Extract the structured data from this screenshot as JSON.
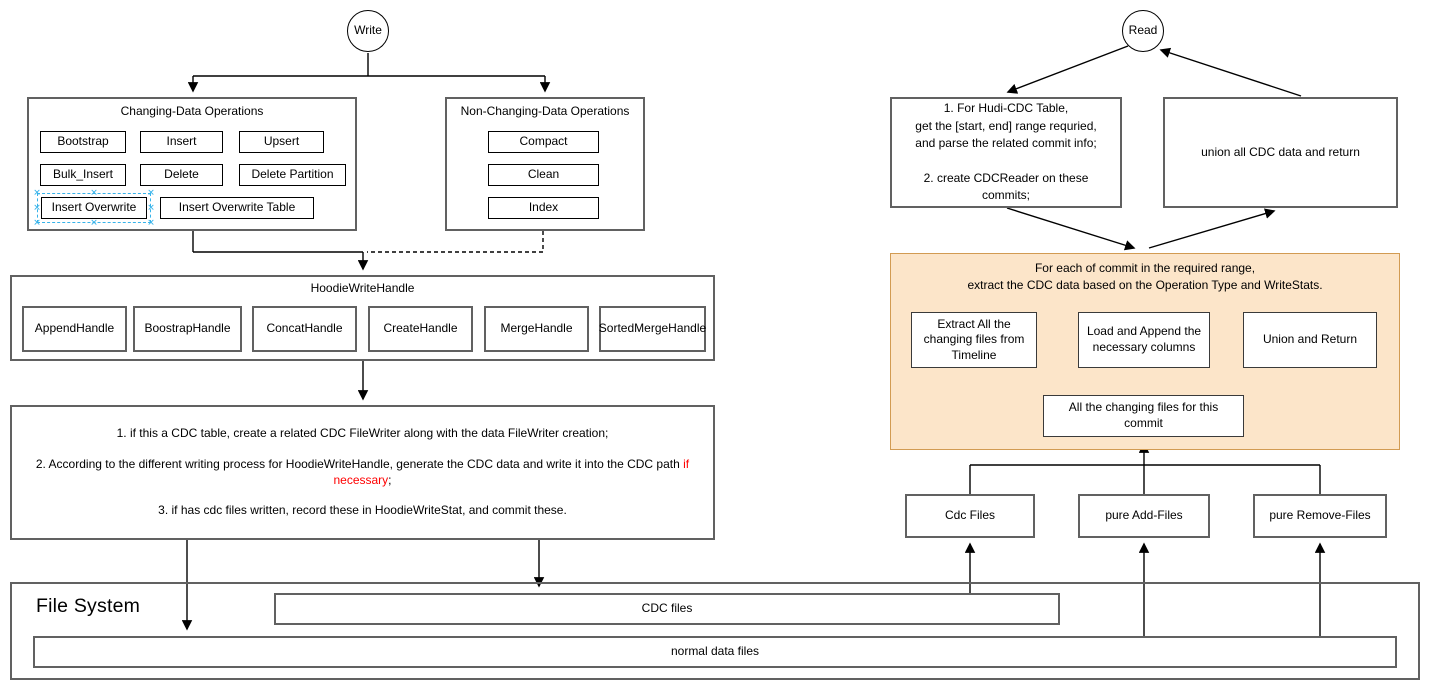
{
  "diagram": {
    "write_flow": {
      "start": "Write",
      "changing_ops": {
        "title": "Changing-Data Operations",
        "items": [
          "Bootstrap",
          "Insert",
          "Upsert",
          "Bulk_Insert",
          "Delete",
          "Delete Partition",
          "Insert Overwrite",
          "Insert Overwrite Table"
        ]
      },
      "non_changing_ops": {
        "title": "Non-Changing-Data Operations",
        "items": [
          "Compact",
          "Clean",
          "Index"
        ]
      },
      "write_handle": {
        "title": "HoodieWriteHandle",
        "handles": [
          "AppendHandle",
          "BoostrapHandle",
          "ConcatHandle",
          "CreateHandle",
          "MergeHandle",
          "SortedMergeHandle"
        ]
      },
      "cdc_steps": {
        "step1": "1. if this a CDC table, create a related CDC FileWriter along with the data FileWriter creation;",
        "step2_before": "2. According to the different writing process for HoodieWriteHandle, generate the CDC data and write it into the CDC path ",
        "step2_red": "if necessary",
        "step2_after": ";",
        "step3": "3. if has cdc files written, record these in HoodieWriteStat, and commit these."
      }
    },
    "read_flow": {
      "start": "Read",
      "prepare_box": "1. For Hudi-CDC Table,\nget the [start, end] range requried,\nand parse the related commit info;\n\n2. create CDCReader on these\ncommits;",
      "union_box": "union all CDC data and return",
      "per_commit": {
        "title": "For each of commit in the required range,\nextract the CDC data based on the Operation Type and WriteStats.",
        "extract_box": "Extract All the changing files from Timeline",
        "load_box": "Load and Append the necessary columns",
        "union_return_box": "Union and Return",
        "changing_files_box": "All the changing files for this commit"
      },
      "file_groups": [
        "Cdc Files",
        "pure Add-Files",
        "pure Remove-Files"
      ]
    },
    "file_system": {
      "title": "File System",
      "cdc_files_label": "CDC files",
      "normal_files_label": "normal data files"
    },
    "colors": {
      "highlight_red": "#ff0000",
      "per_commit_fill": "#fce5c9",
      "per_commit_border": "#d29b52",
      "selection_blue": "#36b3ea"
    }
  }
}
